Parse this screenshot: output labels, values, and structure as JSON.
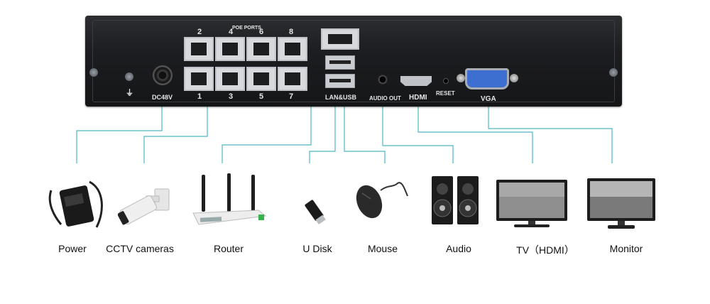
{
  "recorder": {
    "poe_ports_label": "POE PORTS",
    "top_port_numbers": [
      "2",
      "4",
      "6",
      "8"
    ],
    "bottom_port_numbers": [
      "1",
      "3",
      "5",
      "7"
    ],
    "dc_label": "DC48V",
    "lan_usb_label": "LAN&USB",
    "audio_out_label": "AUDIO OUT",
    "hdmi_label": "HDMI",
    "reset_label": "RESET",
    "vga_label": "VGA"
  },
  "devices": [
    {
      "key": "power",
      "label": "Power",
      "icon": "power-adapter-icon"
    },
    {
      "key": "cctv",
      "label": "CCTV cameras",
      "icon": "cctv-camera-icon"
    },
    {
      "key": "router",
      "label": "Router",
      "icon": "router-icon"
    },
    {
      "key": "udisk",
      "label": "U Disk",
      "icon": "usb-disk-icon"
    },
    {
      "key": "mouse",
      "label": "Mouse",
      "icon": "mouse-icon"
    },
    {
      "key": "audio",
      "label": "Audio",
      "icon": "speaker-icon"
    },
    {
      "key": "tv",
      "label": "TV（HDMI）",
      "icon": "tv-icon"
    },
    {
      "key": "monitor",
      "label": "Monitor",
      "icon": "monitor-icon"
    }
  ],
  "colors": {
    "connector_line": "#4fb8c4",
    "chassis": "#1c1d20"
  }
}
